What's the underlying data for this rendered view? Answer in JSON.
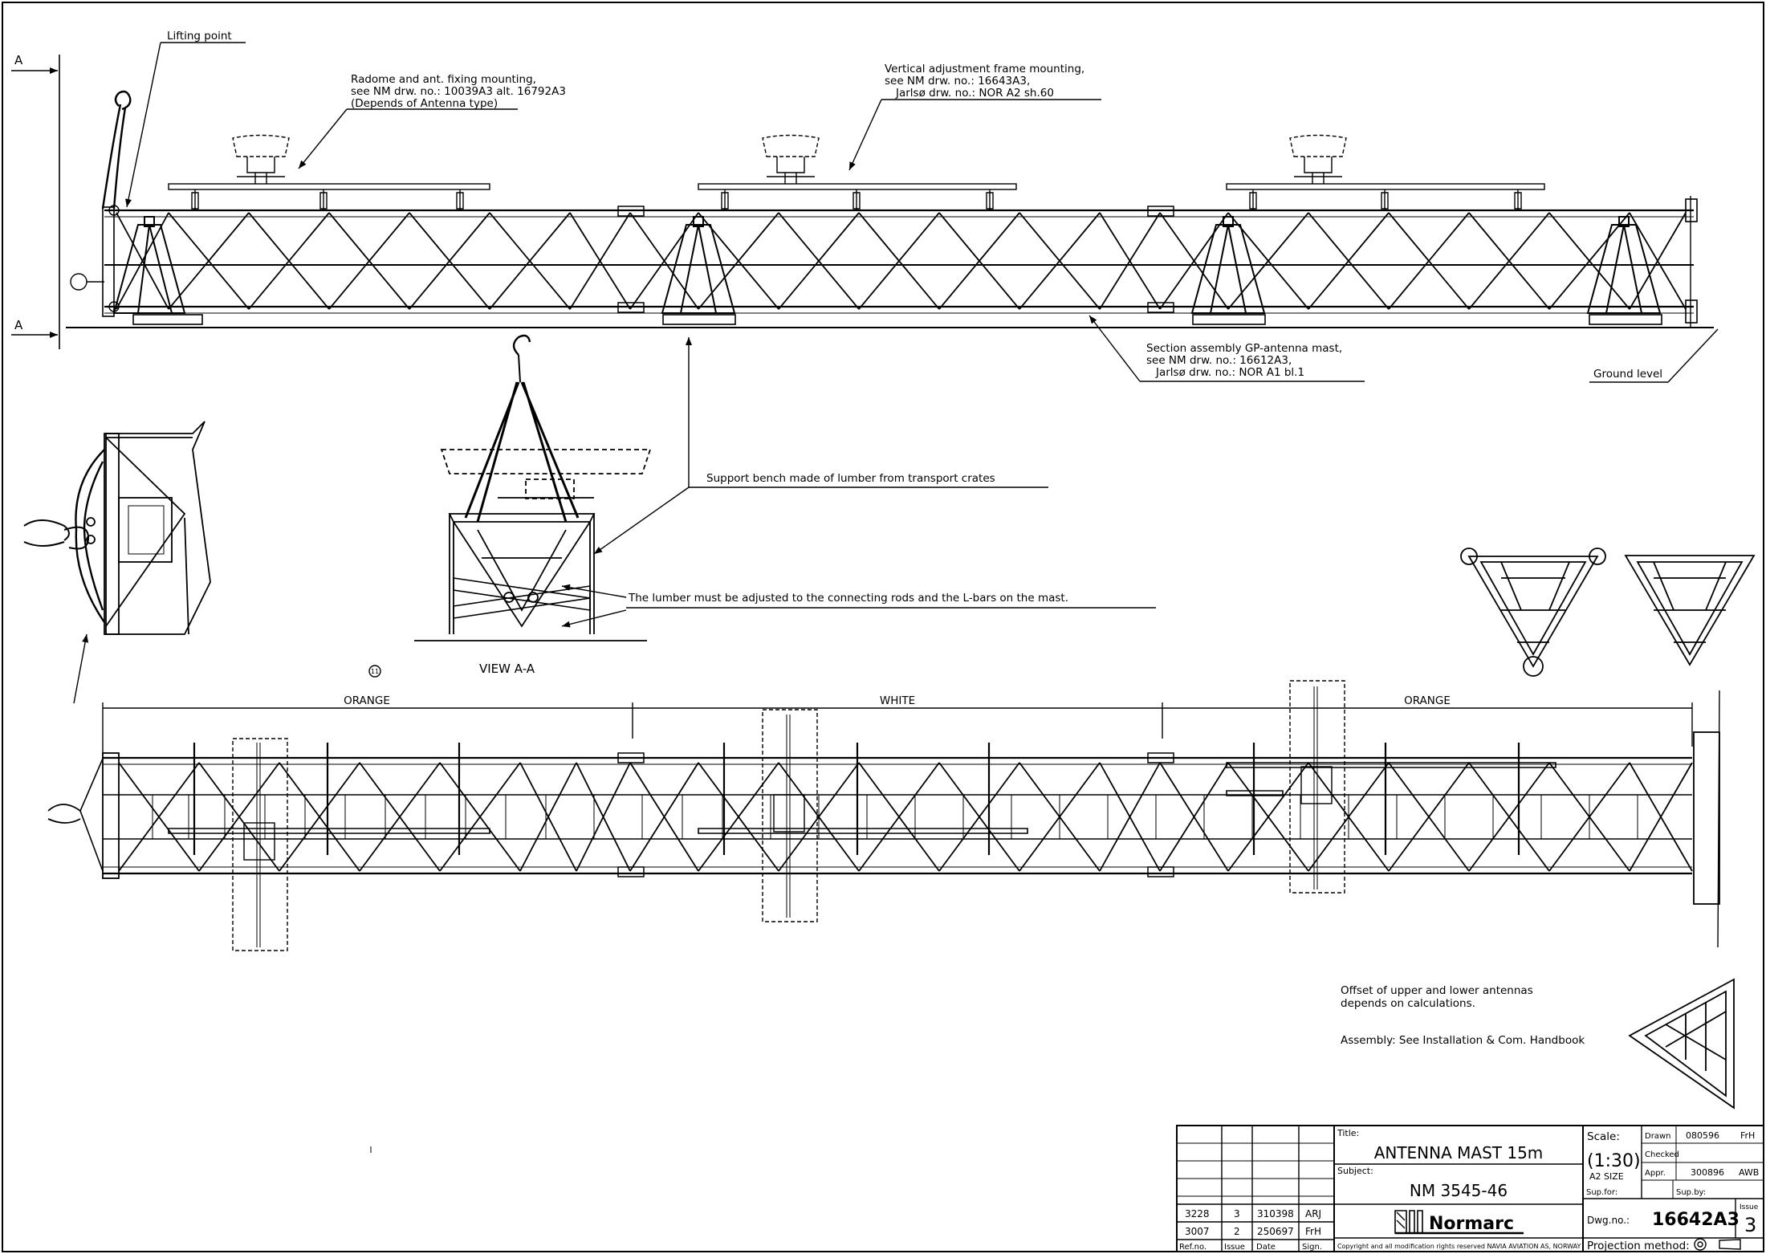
{
  "section_markers": {
    "upper": "A",
    "lower": "A"
  },
  "notes": {
    "lifting_point": "Lifting point",
    "radome": [
      "Radome and ant. fixing mounting,",
      "see NM drw. no.: 10039A3 alt. 16792A3",
      "(Depends of Antenna type)"
    ],
    "vertical_adjustment": [
      "Vertical adjustment frame mounting,",
      "see NM drw. no.: 16643A3,",
      "Jarlsø drw. no.: NOR A2 sh.60"
    ],
    "section_assembly": [
      "Section assembly GP-antenna mast,",
      "see NM drw. no.: 16612A3,",
      "Jarlsø drw. no.: NOR A1 bl.1"
    ],
    "ground_level": "Ground level",
    "support_bench": "Support bench made of lumber from transport crates",
    "lumber": "The lumber must be adjusted to the connecting rods and the L-bars on the mast.",
    "view_label": "VIEW A-A",
    "item_number": "11",
    "offset": [
      "Offset of upper and lower antennas",
      "depends on calculations."
    ],
    "assembly": "Assembly: See Installation & Com. Handbook"
  },
  "colour_sections": [
    "ORANGE",
    "WHITE",
    "ORANGE"
  ],
  "title_block": {
    "title_label": "Title:",
    "title": "ANTENNA MAST 15m",
    "subject_label": "Subject:",
    "subject": "NM 3545-46",
    "scale_label": "Scale:",
    "scale": "(1:30)",
    "size": "A2 SIZE",
    "drawn_label": "Drawn",
    "drawn_date": "080596",
    "drawn_sign": "FrH",
    "checked_label": "Checked",
    "appr_label": "Appr.",
    "appr_date": "300896",
    "appr_sign": "AWB",
    "supfor_label": "Sup.for:",
    "supby_label": "Sup.by:",
    "dwgno_label": "Dwg.no.:",
    "dwgno": "16642A3",
    "issue_label": "Issue",
    "issue": "3",
    "projection_label": "Projection method:",
    "company": "Normarc",
    "copyright": "Copyright and all modification rights reserved NAVIA AVIATION AS, NORWAY",
    "revisions": [
      {
        "ref": "3228",
        "issue": "3",
        "date": "310398",
        "sign": "ARJ"
      },
      {
        "ref": "3007",
        "issue": "2",
        "date": "250697",
        "sign": "FrH"
      }
    ],
    "rev_headers": {
      "ref": "Ref.no.",
      "issue": "Issue",
      "date": "Date",
      "sign": "Sign."
    }
  }
}
